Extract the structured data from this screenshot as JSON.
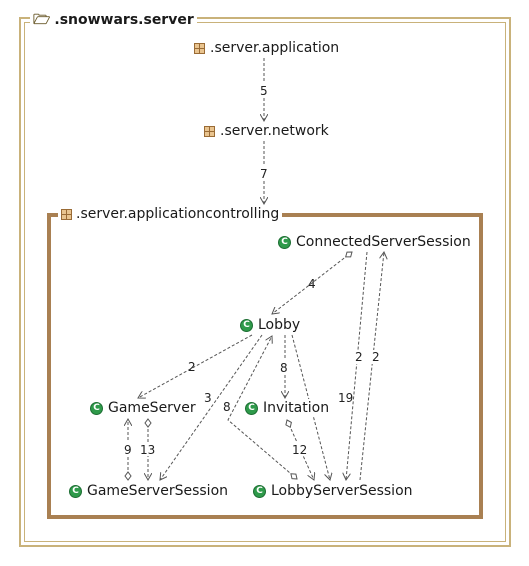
{
  "outer": {
    "title": ".snowwars.server",
    "icon": "folder-open-icon"
  },
  "packages": {
    "application": ".server.application",
    "network": ".server.network",
    "applicationcontrolling": ".server.applicationcontrolling"
  },
  "classes": {
    "connected_server_session": "ConnectedServerSession",
    "lobby": "Lobby",
    "game_server": "GameServer",
    "invitation": "Invitation",
    "game_server_session": "GameServerSession",
    "lobby_server_session": "LobbyServerSession"
  },
  "class_icon_glyph": "C",
  "edges": [
    {
      "id": "application-network",
      "label": "5"
    },
    {
      "id": "network-applicationcontrolling",
      "label": "7"
    },
    {
      "id": "connected-lobby",
      "label": "4"
    },
    {
      "id": "lobby-gameserver",
      "label": "2"
    },
    {
      "id": "lobby-gameserversession",
      "label": "3"
    },
    {
      "id": "lobby-invitation",
      "label": "8"
    },
    {
      "id": "lobby-lobbyserversession",
      "label": "19"
    },
    {
      "id": "lobbyserversession-lobby",
      "label": "8"
    },
    {
      "id": "connected-lobbyserversession",
      "label": "2"
    },
    {
      "id": "lobbyserversession-connected",
      "label": "2"
    },
    {
      "id": "gameserversession-gameserver",
      "label": "9"
    },
    {
      "id": "gameserver-gameserversession",
      "label": "13"
    },
    {
      "id": "invitation-lobbyserversession",
      "label": "12"
    }
  ],
  "colors": {
    "outer_frame": "#c9b27a",
    "inner_frame": "#a98052",
    "class_icon": "#2e9a4a"
  }
}
